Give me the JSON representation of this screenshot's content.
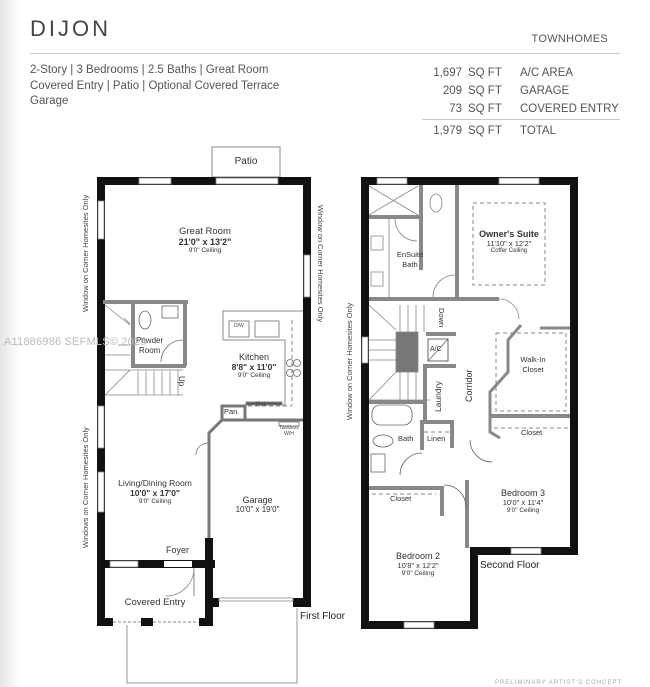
{
  "header": {
    "title": "DIJON",
    "subtitle": "TOWNHOMES",
    "features": [
      "2-Story  |  3 Bedrooms  |  2.5 Baths  |  Great Room",
      "Covered Entry  |  Patio  |  Optional Covered Terrace",
      "Garage"
    ]
  },
  "area_table": {
    "rows": [
      {
        "value": "1,697",
        "unit": "SQ FT",
        "label": "A/C AREA"
      },
      {
        "value": "209",
        "unit": "SQ FT",
        "label": "GARAGE"
      },
      {
        "value": "73",
        "unit": "SQ FT",
        "label": "COVERED ENTRY"
      }
    ],
    "total": {
      "value": "1,979",
      "unit": "SQ FT",
      "label": "TOTAL"
    }
  },
  "first_floor": {
    "label": "First Floor",
    "rooms": {
      "patio": {
        "name": "Patio"
      },
      "great_room": {
        "name": "Great Room",
        "size": "21'0\" x 13'2\"",
        "ceiling": "9'0\" Ceiling"
      },
      "powder_room": {
        "name": "Powder",
        "name2": "Room"
      },
      "kitchen": {
        "name": "Kitchen",
        "size": "8'8\" x 11'0\"",
        "ceiling": "9'0\" Ceiling"
      },
      "pantry": {
        "name": "Pan."
      },
      "ref": {
        "name": "Ref."
      },
      "dw": {
        "name": "D/W"
      },
      "tankless": {
        "name": "Tankless",
        "name2": "W/H"
      },
      "living_dining": {
        "name": "Living/Dining Room",
        "size": "10'0\" x 17'0\"",
        "ceiling": "9'0\" Ceiling"
      },
      "garage": {
        "name": "Garage",
        "size": "10'0\" x 19'0\""
      },
      "foyer": {
        "name": "Foyer"
      },
      "covered_entry": {
        "name": "Covered Entry"
      },
      "stairs": {
        "label": "Up"
      }
    },
    "notes": {
      "left_upper": "Window on Corner Homesites Only",
      "left_lower": "Windows on Corner Homesites Only",
      "right": "Window on Corner Homesites Only"
    }
  },
  "second_floor": {
    "label": "Second Floor",
    "rooms": {
      "owners_suite": {
        "name": "Owner's Suite",
        "size": "11'10\" x 12'2\"",
        "ceiling": "Coffer Ceiling"
      },
      "ensuite_bath": {
        "name": "EnSuite",
        "name2": "Bath"
      },
      "stairs": {
        "label": "Down"
      },
      "ac": {
        "name": "A/C"
      },
      "laundry": {
        "name": "Laundry"
      },
      "corridor": {
        "name": "Corridor"
      },
      "walkin_closet": {
        "name": "Walk-In",
        "name2": "Closet"
      },
      "closet_b3": {
        "name": "Closet"
      },
      "bath": {
        "name": "Bath"
      },
      "linen": {
        "name": "Linen"
      },
      "closet_b2": {
        "name": "Closet"
      },
      "bedroom3": {
        "name": "Bedroom 3",
        "size": "10'0\" x 11'4\"",
        "ceiling": "9'0\" Ceiling"
      },
      "bedroom2": {
        "name": "Bedroom 2",
        "size": "10'8\" x 12'2\"",
        "ceiling": "9'0\" Ceiling"
      }
    },
    "notes": {
      "left": "Window on Corner Homesites Only"
    }
  },
  "watermark": "A11886986  SEFMLS© 2025",
  "footer_note": "PRELIMINARY ARTIST'S CONCEPT"
}
